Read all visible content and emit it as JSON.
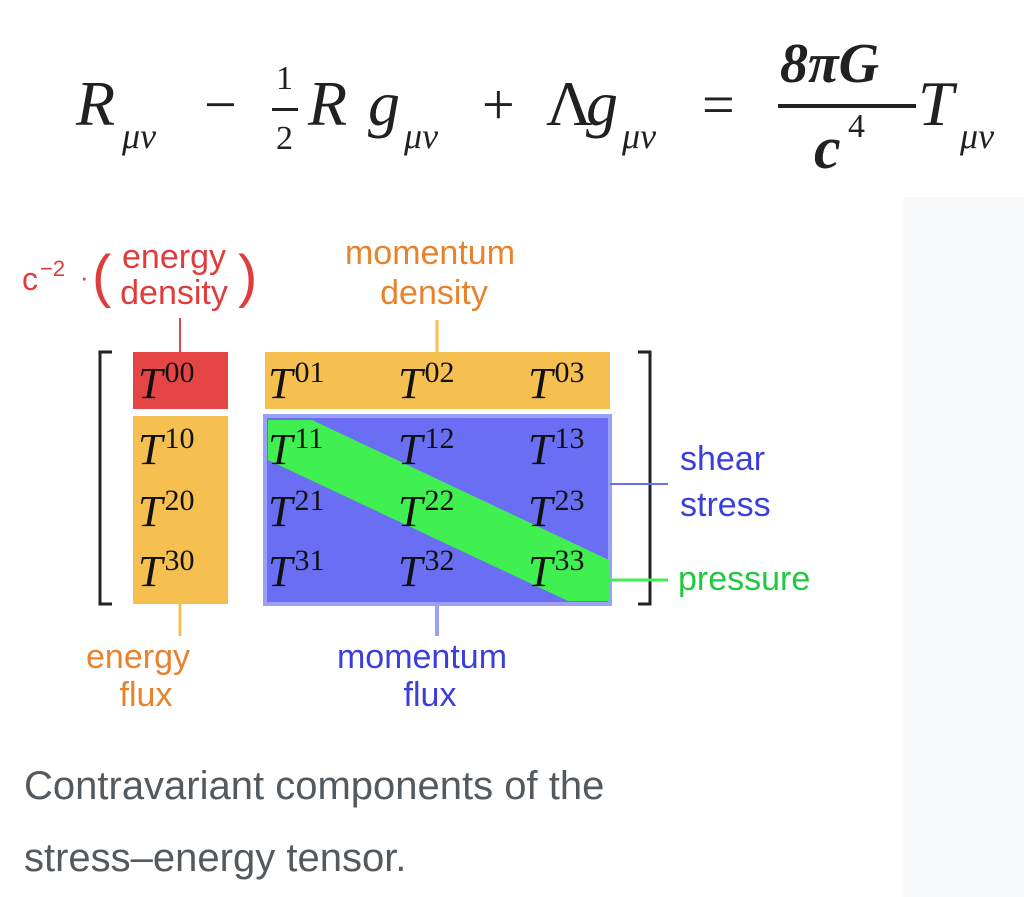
{
  "equation": {
    "R": "R",
    "mn1": "μν",
    "minus": "−",
    "half_num": "1",
    "half_den": "2",
    "R2": "R",
    "g1": "g",
    "mn2": "μν",
    "plus": "+",
    "Lambda": "Λ",
    "g2": "g",
    "mn3": "μν",
    "equals": "=",
    "frac_num": "8πG",
    "frac_den_c": "c",
    "frac_den_exp": "4",
    "T": "T",
    "mn4": "μν"
  },
  "labels": {
    "c_prefix": "c",
    "c_exp": "−2",
    "c_dot": "·",
    "energy_density_1": "energy",
    "energy_density_2": "density",
    "momentum_density_1": "momentum",
    "momentum_density_2": "density",
    "shear_1": "shear",
    "shear_2": "stress",
    "pressure": "pressure",
    "energy_flux_1": "energy",
    "energy_flux_2": "flux",
    "momentum_flux_1": "momentum",
    "momentum_flux_2": "flux"
  },
  "matrix": {
    "symbol": "T",
    "cells": [
      [
        "00",
        "01",
        "02",
        "03"
      ],
      [
        "10",
        "11",
        "12",
        "13"
      ],
      [
        "20",
        "21",
        "22",
        "23"
      ],
      [
        "30",
        "31",
        "32",
        "33"
      ]
    ]
  },
  "colors": {
    "red": "#e64545",
    "orange": "#f5c04f",
    "blue": "#6a6ef2",
    "green": "#3ff050",
    "red_text": "#e03c3c",
    "orange_text": "#e8822c",
    "blue_text": "#3a3fdc",
    "green_text": "#22c840"
  },
  "caption": {
    "line1": "Contravariant components of the",
    "line2": "stress–energy tensor."
  }
}
